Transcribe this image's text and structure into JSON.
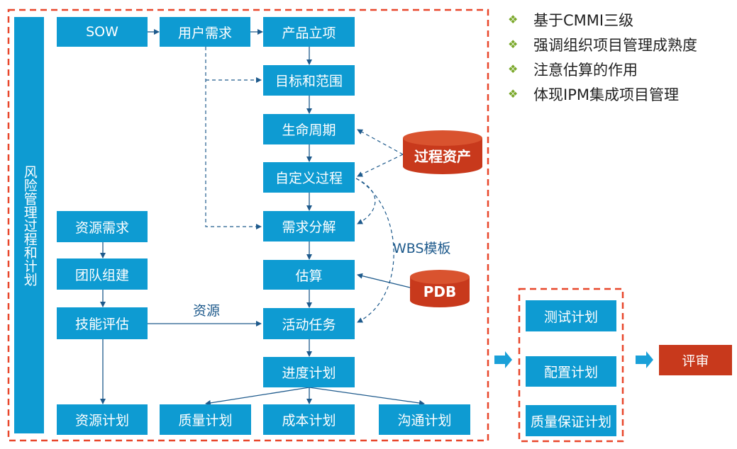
{
  "risk_column": {
    "label": "风险管理过程和计划"
  },
  "nodes": {
    "sow": "SOW",
    "user_req": "用户需求",
    "product_init": "产品立项",
    "goal_scope": "目标和范围",
    "lifecycle": "生命周期",
    "custom_process": "自定义过程",
    "req_breakdown": "需求分解",
    "estimate": "估算",
    "activity_tasks": "活动任务",
    "schedule_plan": "进度计划",
    "resource_req": "资源需求",
    "team_build": "团队组建",
    "skill_eval": "技能评估",
    "resource_plan": "资源计划",
    "quality_plan": "质量计划",
    "cost_plan": "成本计划",
    "comm_plan": "沟通计划",
    "test_plan": "测试计划",
    "config_plan": "配置计划",
    "qa_plan": "质量保证计划",
    "review": "评审"
  },
  "databases": {
    "process_assets": "过程资产",
    "pdb": "PDB"
  },
  "labels": {
    "wbs_template": "WBS模板",
    "resources": "资源"
  },
  "bullets": [
    "基于CMMI三级",
    "强调组织项目管理成熟度",
    "注意估算的作用",
    "体现IPM集成项目管理"
  ],
  "colors": {
    "box_blue": "#0e9bd2",
    "db_red": "#c8391c",
    "review_red": "#c8391c",
    "dash_red": "#e8462a",
    "bullet_green": "#7aa82a"
  }
}
